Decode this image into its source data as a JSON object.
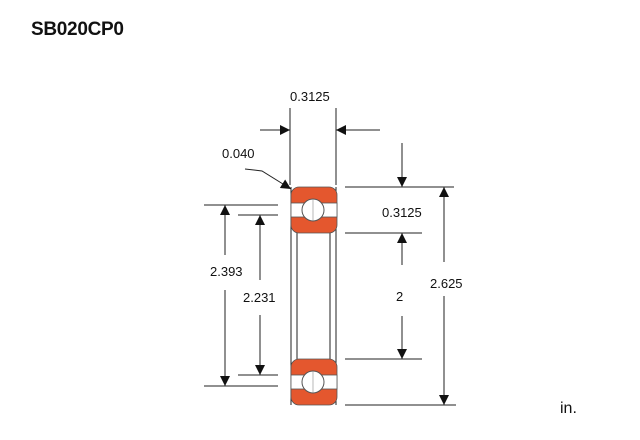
{
  "title": "SB020CP0",
  "units": "in.",
  "colors": {
    "bearing": "#e4572e",
    "line": "#222222"
  },
  "dimensions": {
    "width": "0.3125",
    "chamfer": "0.040",
    "section_height": "0.3125",
    "bore": "2",
    "outer_diameter": "2.625",
    "outer_ring_land": "2.393",
    "inner_ring_land": "2.231"
  }
}
